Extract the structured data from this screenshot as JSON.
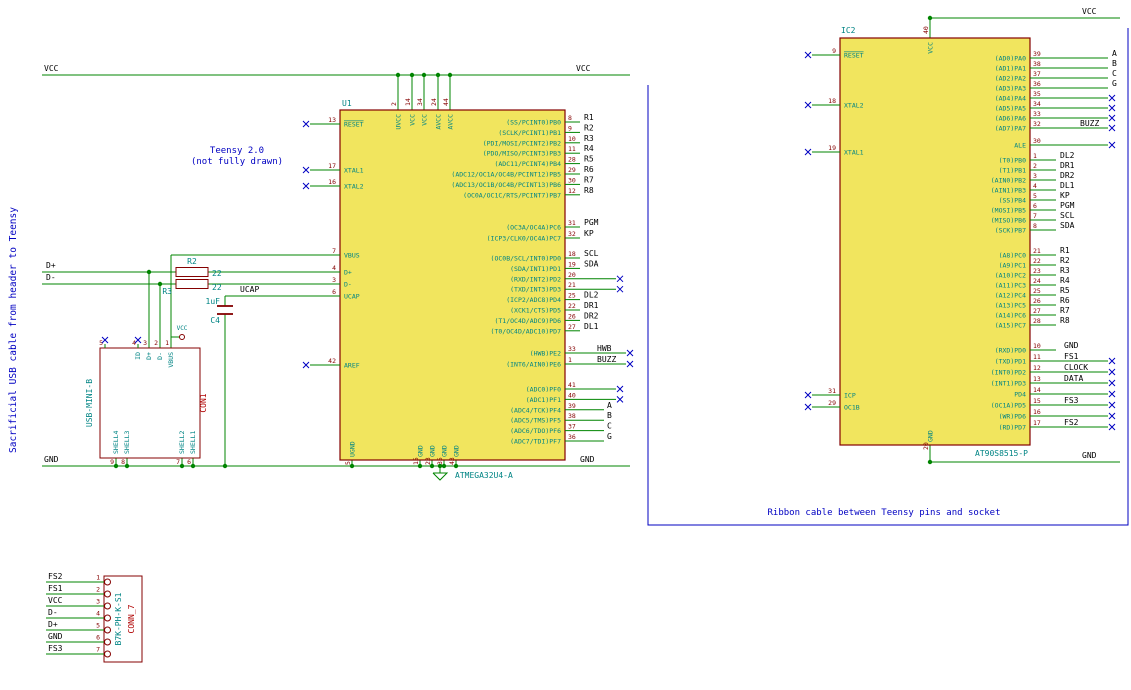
{
  "notes": {
    "usb_cable": "Sacrificial USB cable from header to Teensy",
    "teensy_1": "Teensy 2.0",
    "teensy_2": "(not fully drawn)",
    "ribbon": "Ribbon cable between Teensy pins and socket"
  },
  "power": {
    "vcc": "VCC",
    "gnd": "GND"
  },
  "nets": {
    "dplus": "D+",
    "dminus": "D-",
    "ucap": "UCAP"
  },
  "power_flag": {
    "label": "VCC"
  },
  "colors": {
    "wire": "#008400",
    "body_fill": "#F1E55E",
    "body_outline": "#840000",
    "pin_name": "#008484",
    "pin_number": "#840000",
    "net_label": "#000000",
    "note": "#0000C2",
    "no_connect": "#0000C2"
  },
  "r2": {
    "ref": "R2",
    "value": "22"
  },
  "r3": {
    "ref": "R3",
    "value": "22"
  },
  "c4": {
    "ref": "C4",
    "value": "1uF"
  },
  "u1": {
    "ref": "U1",
    "value": "ATMEGA32U4-A",
    "footprint": "TQFP44",
    "left_pins": [
      {
        "num": "13",
        "name": "RESET",
        "overline": true,
        "nc": true
      },
      {
        "num": "17",
        "name": "XTAL1",
        "nc": true
      },
      {
        "num": "16",
        "name": "XTAL2",
        "nc": true
      },
      {
        "num": "7",
        "name": "VBUS"
      },
      {
        "num": "4",
        "name": "D+"
      },
      {
        "num": "3",
        "name": "D-"
      },
      {
        "num": "6",
        "name": "UCAP"
      },
      {
        "num": "42",
        "name": "AREF",
        "nc": true
      }
    ],
    "top_pins": [
      {
        "num": "2",
        "name": "UVCC"
      },
      {
        "num": "14",
        "name": "VCC"
      },
      {
        "num": "34",
        "name": "VCC"
      },
      {
        "num": "24",
        "name": "AVCC"
      },
      {
        "num": "44",
        "name": "AVCC"
      }
    ],
    "bottom_pins": [
      {
        "num": "5",
        "name": "UGND"
      },
      {
        "num": "15",
        "name": "GND"
      },
      {
        "num": "23",
        "name": "GND"
      },
      {
        "num": "35",
        "name": "GND"
      },
      {
        "num": "43",
        "name": "GND"
      }
    ],
    "right_groups": [
      [
        {
          "num": "8",
          "name": "(SS/PCINT0)PB0",
          "net": "R1"
        },
        {
          "num": "9",
          "name": "(SCLK/PCINT1)PB1",
          "net": "R2"
        },
        {
          "num": "10",
          "name": "(PDI/MOSI/PCINT2)PB2",
          "net": "R3"
        },
        {
          "num": "11",
          "name": "(PDO/MISO/PCINT3)PB3",
          "net": "R4"
        },
        {
          "num": "28",
          "name": "(ADC11/PCINT4)PB4",
          "net": "R5"
        },
        {
          "num": "29",
          "name": "(ADC12/OC1A/OC4B/PCINT12)PB5",
          "net": "R6"
        },
        {
          "num": "30",
          "name": "(ADC13/OC1B/OC4B/PCINT13)PB6",
          "net": "R7"
        },
        {
          "num": "12",
          "name": "(OC0A/OC1C/RTS/PCINT7)PB7",
          "net": "R8"
        }
      ],
      [
        {
          "num": "31",
          "name": "(OC3A/OC4A)PC6",
          "net": "PGM"
        },
        {
          "num": "32",
          "name": "(ICP3/CLK0/OC4A)PC7",
          "net": "KP"
        }
      ],
      [
        {
          "num": "18",
          "name": "(OC0B/SCL/INT0)PD0",
          "net": "SCL"
        },
        {
          "num": "19",
          "name": "(SDA/INT1)PD1",
          "net": "SDA"
        },
        {
          "num": "20",
          "name": "(RXD/INT2)PD2",
          "nc": true
        },
        {
          "num": "21",
          "name": "(TXD/INT3)PD3",
          "nc": true
        },
        {
          "num": "25",
          "name": "(ICP2/ADC8)PD4",
          "net": "DL2"
        },
        {
          "num": "22",
          "name": "(XCK1/CTS)PD5",
          "net": "DR1"
        },
        {
          "num": "26",
          "name": "(T1/OC4D/ADC9)PD6",
          "net": "DR2"
        },
        {
          "num": "27",
          "name": "(T0/OC4D/ADC10)PD7",
          "net": "DL1"
        }
      ],
      [
        {
          "num": "33",
          "name": "(HWB)PE2",
          "net": "HWB",
          "nc": true
        },
        {
          "num": "1",
          "name": "(INT6/AIN0)PE6",
          "net": "BUZZ",
          "nc": true
        }
      ],
      [
        {
          "num": "41",
          "name": "(ADC0)PF0",
          "nc": true
        },
        {
          "num": "40",
          "name": "(ADC1)PF1",
          "nc": true
        },
        {
          "num": "39",
          "name": "(ADC4/TCK)PF4",
          "net": "A"
        },
        {
          "num": "38",
          "name": "(ADC5/TMS)PF5",
          "net": "B"
        },
        {
          "num": "37",
          "name": "(ADC6/TDO)PF6",
          "net": "C"
        },
        {
          "num": "36",
          "name": "(ADC7/TDI)PF7",
          "net": "G"
        }
      ]
    ]
  },
  "ic2": {
    "ref": "IC2",
    "value": "AT90S8515-P",
    "footprint": "DIL40",
    "left_pins": [
      {
        "num": "9",
        "name": "RESET",
        "overline": true,
        "nc": true
      },
      {
        "num": "18",
        "name": "XTAL2",
        "nc": true
      },
      {
        "num": "19",
        "name": "XTAL1",
        "nc": true
      },
      {
        "num": "31",
        "name": "ICP",
        "nc": true
      },
      {
        "num": "29",
        "name": "OC1B",
        "nc": true
      }
    ],
    "top_pins": [
      {
        "num": "40",
        "name": "VCC"
      }
    ],
    "bottom_pins": [
      {
        "num": "20",
        "name": "GND"
      }
    ],
    "right_groups": [
      [
        {
          "num": "39",
          "name": "(AD0)PA0",
          "net": "A"
        },
        {
          "num": "38",
          "name": "(AD1)PA1",
          "net": "B"
        },
        {
          "num": "37",
          "name": "(AD2)PA2",
          "net": "C"
        },
        {
          "num": "36",
          "name": "(AD3)PA3",
          "net": "G"
        },
        {
          "num": "35",
          "name": "(AD4)PA4",
          "nc": true
        },
        {
          "num": "34",
          "name": "(AD5)PA5",
          "nc": true
        },
        {
          "num": "33",
          "name": "(AD6)PA6",
          "nc": true
        },
        {
          "num": "32",
          "name": "(AD7)PA7",
          "net": "BUZZ",
          "nc": true
        }
      ],
      [
        {
          "num": "30",
          "name": "ALE",
          "nc": true
        }
      ],
      [
        {
          "num": "1",
          "name": "(T0)PB0",
          "net": "DL2"
        },
        {
          "num": "2",
          "name": "(T1)PB1",
          "net": "DR1"
        },
        {
          "num": "3",
          "name": "(AIN0)PB2",
          "net": "DR2"
        },
        {
          "num": "4",
          "name": "(AIN1)PB3",
          "net": "DL1"
        },
        {
          "num": "5",
          "name": "(SS)PB4",
          "net": "KP"
        },
        {
          "num": "6",
          "name": "(MOSI)PB5",
          "net": "PGM"
        },
        {
          "num": "7",
          "name": "(MISO)PB6",
          "net": "SCL"
        },
        {
          "num": "8",
          "name": "(SCK)PB7",
          "net": "SDA"
        }
      ],
      [
        {
          "num": "21",
          "name": "(A8)PC0",
          "net": "R1"
        },
        {
          "num": "22",
          "name": "(A9)PC1",
          "net": "R2"
        },
        {
          "num": "23",
          "name": "(A10)PC2",
          "net": "R3"
        },
        {
          "num": "24",
          "name": "(A11)PC3",
          "net": "R4"
        },
        {
          "num": "25",
          "name": "(A12)PC4",
          "net": "R5"
        },
        {
          "num": "26",
          "name": "(A13)PC5",
          "net": "R6"
        },
        {
          "num": "27",
          "name": "(A14)PC6",
          "net": "R7"
        },
        {
          "num": "28",
          "name": "(A15)PC7",
          "net": "R8"
        }
      ],
      [
        {
          "num": "10",
          "name": "(RXD)PD0",
          "net": "GND"
        },
        {
          "num": "11",
          "name": "(TXD)PD1",
          "net": "FS1",
          "nc": true
        },
        {
          "num": "12",
          "name": "(INT0)PD2",
          "net": "CLOCK",
          "nc": true
        },
        {
          "num": "13",
          "name": "(INT1)PD3",
          "net": "DATA",
          "nc": true
        },
        {
          "num": "14",
          "name": "PD4",
          "nc": true
        },
        {
          "num": "15",
          "name": "(OC1A)PD5",
          "net": "FS3",
          "nc": true
        },
        {
          "num": "16",
          "name": "(WR)PD6",
          "nc": true
        },
        {
          "num": "17",
          "name": "(RD)PD7",
          "net": "FS2",
          "nc": true
        }
      ]
    ]
  },
  "con1": {
    "ref": "CON1",
    "value": "USB-MINI-B",
    "pins": [
      {
        "num": "5",
        "name": "",
        "side": "top",
        "nc": true
      },
      {
        "num": "9",
        "name": "SHELL4",
        "side": "bottom"
      },
      {
        "num": "8",
        "name": "SHELL3",
        "side": "bottom"
      },
      {
        "num": "4",
        "name": "ID",
        "side": "top",
        "nc": true
      },
      {
        "num": "3",
        "name": "D+",
        "side": "top"
      },
      {
        "num": "2",
        "name": "D-",
        "side": "top"
      },
      {
        "num": "1",
        "name": "VBUS",
        "side": "top"
      },
      {
        "num": "7",
        "name": "SHELL2",
        "side": "bottom"
      },
      {
        "num": "6",
        "name": "SHELL1",
        "side": "bottom"
      }
    ]
  },
  "conn7": {
    "ref": "CONN_7",
    "value": "B7K-PH-K-S1",
    "pins": [
      {
        "net": "FS2",
        "num": "1"
      },
      {
        "net": "FS1",
        "num": "2"
      },
      {
        "net": "VCC",
        "num": "3"
      },
      {
        "net": "D-",
        "num": "4"
      },
      {
        "net": "D+",
        "num": "5"
      },
      {
        "net": "GND",
        "num": "6"
      },
      {
        "net": "FS3",
        "num": "7"
      }
    ]
  }
}
